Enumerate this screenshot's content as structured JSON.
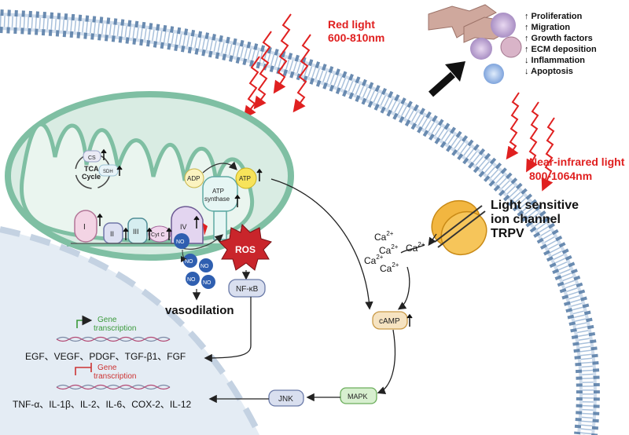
{
  "light": {
    "red_line1": "Red light",
    "red_line2": "600-810nm",
    "nir_line1": "Near-infrared light",
    "nir_line2": "800-1064nm"
  },
  "channel": {
    "line1": "Light sensitive",
    "line2": "ion channel",
    "line3": "TRPV"
  },
  "calcium": {
    "base": "Ca",
    "charge": "2+"
  },
  "effects": [
    "↑ Proliferation",
    "↑ Migration",
    "↑ Growth factors",
    "↑ ECM deposition",
    "↓ Inflammation",
    "↓ Apoptosis"
  ],
  "mito": {
    "cs": "CS",
    "tca_line1": "TCA",
    "tca_line2": "Cycle",
    "sdh": "SDH",
    "adp": "ADP",
    "atp": "ATP",
    "synthase_line1": "ATP",
    "synthase_line2": "synthase",
    "complex_1": "I",
    "complex_2": "II",
    "complex_3": "III",
    "cytc": "Cyt C",
    "complex_4": "IV",
    "no": "NO"
  },
  "signals": {
    "ros": "ROS",
    "nfkb": "NF-κB",
    "camp": "cAMP",
    "mapk": "MAPK",
    "jnk": "JNK",
    "vasodilation": "vasodilation"
  },
  "nucleus": {
    "gene_line1": "Gene",
    "gene_line2": "transcription",
    "growth_factors_list": "EGF、VEGF、PDGF、TGF-β1、FGF",
    "cytokines_list": "TNF-α、IL-1β、IL-2、IL-6、COX-2、IL-12"
  },
  "colors": {
    "red_light": "#e02020",
    "up_arrow": "#111111",
    "membrane_head": "#5b7fa8",
    "membrane_tail": "#a9c1dc",
    "mito_outer": "#7fbfa3",
    "mito_fill": "#d9ece3",
    "nucleus_fill": "#e4ecf4",
    "gene_up": "#3a9a3a",
    "gene_down": "#cc3333",
    "ros": "#c9252b",
    "channel": "#f2b640"
  }
}
